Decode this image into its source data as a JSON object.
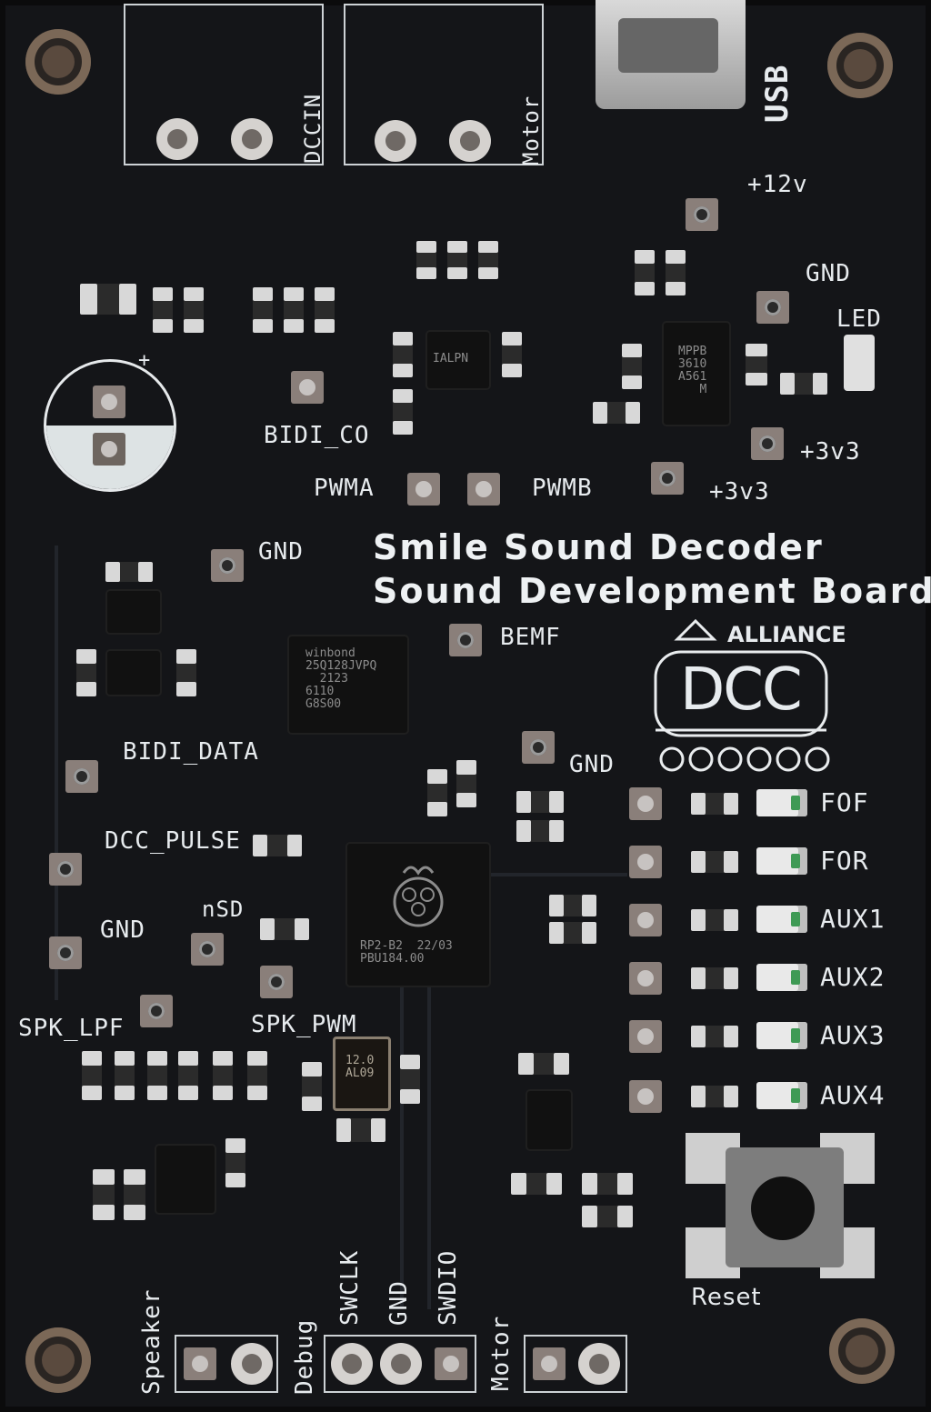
{
  "board": {
    "title_line1": "Smile Sound Decoder",
    "title_line2": "Sound Development Board",
    "logo_text": "ALLIANCE",
    "logo_big": "DCC"
  },
  "labels": {
    "dccin": "DCCIN",
    "motor_top": "Motor",
    "usb": "USB",
    "p12v": "+12v",
    "gnd_top": "GND",
    "led": "LED",
    "p3v3_a": "+3v3",
    "p3v3_b": "+3v3",
    "bidi_co": "BIDI_CO",
    "pwma": "PWMA",
    "pwmb": "PWMB",
    "gnd_mid": "GND",
    "bemf": "BEMF",
    "bidi_data": "BIDI_DATA",
    "gnd_right": "GND",
    "dcc_pulse": "DCC_PULSE",
    "gnd_left": "GND",
    "nsd": "nSD",
    "spk_lpf": "SPK_LPF",
    "spk_pwm": "SPK_PWM",
    "fof": "FOF",
    "for": "FOR",
    "aux1": "AUX1",
    "aux2": "AUX2",
    "aux3": "AUX3",
    "aux4": "AUX4",
    "reset": "Reset",
    "speaker": "Speaker",
    "debug": "Debug",
    "swclk": "SWCLK",
    "gnd_bottom": "GND",
    "swdio": "SWDIO",
    "motor_bottom": "Motor",
    "cap_plus": "+"
  },
  "chips": {
    "winbond": "winbond\n25Q128JVPQ\n  2123\n6110\nG8S00",
    "rp2040": "RP2-B2  22/03\nPBU184.00",
    "mppb": "MPPB\n3610\nA561\n   M",
    "ialpn": "IALPN",
    "crystal": "12.0\nAL09"
  }
}
